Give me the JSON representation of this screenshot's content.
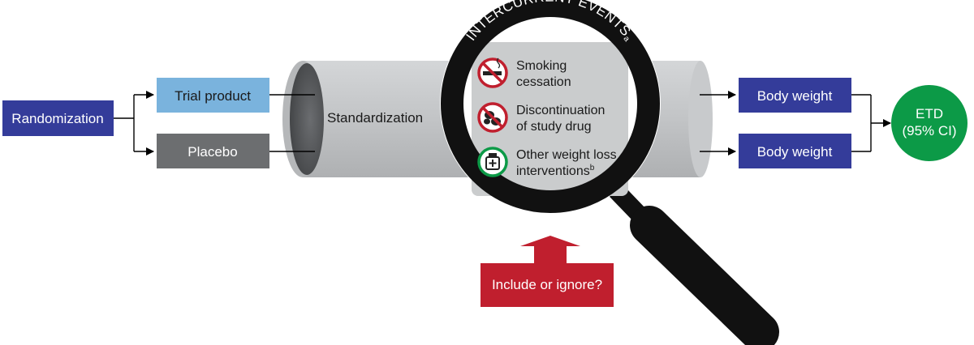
{
  "nodes": {
    "randomization": "Randomization",
    "trial_product": "Trial product",
    "placebo": "Placebo",
    "standardization": "Standardization",
    "body_weight_top": "Body weight",
    "body_weight_bottom": "Body weight",
    "etd_line1": "ETD",
    "etd_line2": "(95% CI)",
    "include_or_ignore": "Include or ignore?"
  },
  "lens": {
    "ring_title": "INTERCURRENT EVENTS",
    "ring_title_sup": "a",
    "events": [
      {
        "line1": "Smoking",
        "line2": "cessation",
        "sup": "",
        "icon": "no-smoking-icon"
      },
      {
        "line1": "Discontinuation",
        "line2": "of study drug",
        "sup": "",
        "icon": "no-pills-icon"
      },
      {
        "line1": "Other weight loss",
        "line2": "interventions",
        "sup": "b",
        "icon": "medicine-bottle-icon"
      }
    ]
  },
  "colors": {
    "navy": "#343c9a",
    "light_blue": "#7ab3dd",
    "gray_box": "#6c6e70",
    "green": "#0c9a47",
    "red": "#c01f2e",
    "cylinder": "#c4c6c8",
    "cylinder_end": "#555759",
    "lens_ring": "#111111"
  }
}
